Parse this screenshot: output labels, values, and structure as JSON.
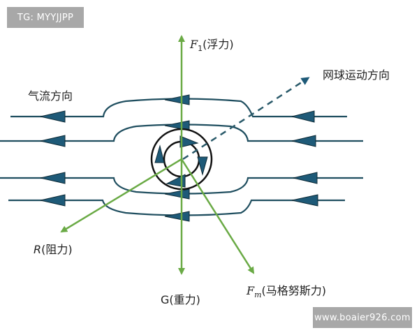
{
  "watermarks": {
    "top_left": "TG: MYYJJPP",
    "bottom_right": "www.boaier926.com"
  },
  "labels": {
    "airflow": "气流方向",
    "ball_motion": "网球运动方向",
    "buoyancy": {
      "symbol": "F",
      "subscript": "1",
      "text": "(浮力)"
    },
    "drag": {
      "symbol": "R",
      "text": "(阻力)"
    },
    "gravity": {
      "symbol": "G",
      "text": "(重力)"
    },
    "magnus": {
      "symbol": "F",
      "subscript": "m",
      "text": "(马格努斯力)"
    }
  },
  "colors": {
    "streamline": "#1f4e5f",
    "arrowhead_fill": "#1e5a78",
    "force_arrow": "#6aaa45",
    "ball_outline": "#111111",
    "watermark_bg": "#a8a8a8",
    "watermark_text": "#ffffff"
  }
}
